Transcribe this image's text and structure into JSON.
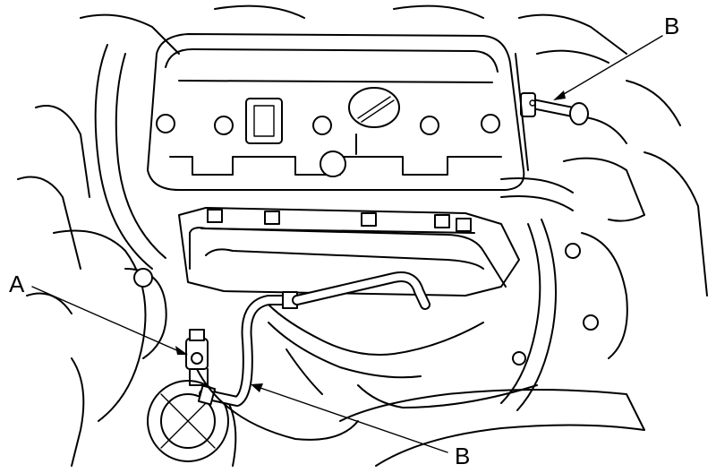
{
  "callouts": {
    "a_label": "A",
    "b_top_label": "B",
    "b_bottom_label": "B"
  },
  "colors": {
    "ink": "#000000",
    "paper": "#ffffff"
  }
}
